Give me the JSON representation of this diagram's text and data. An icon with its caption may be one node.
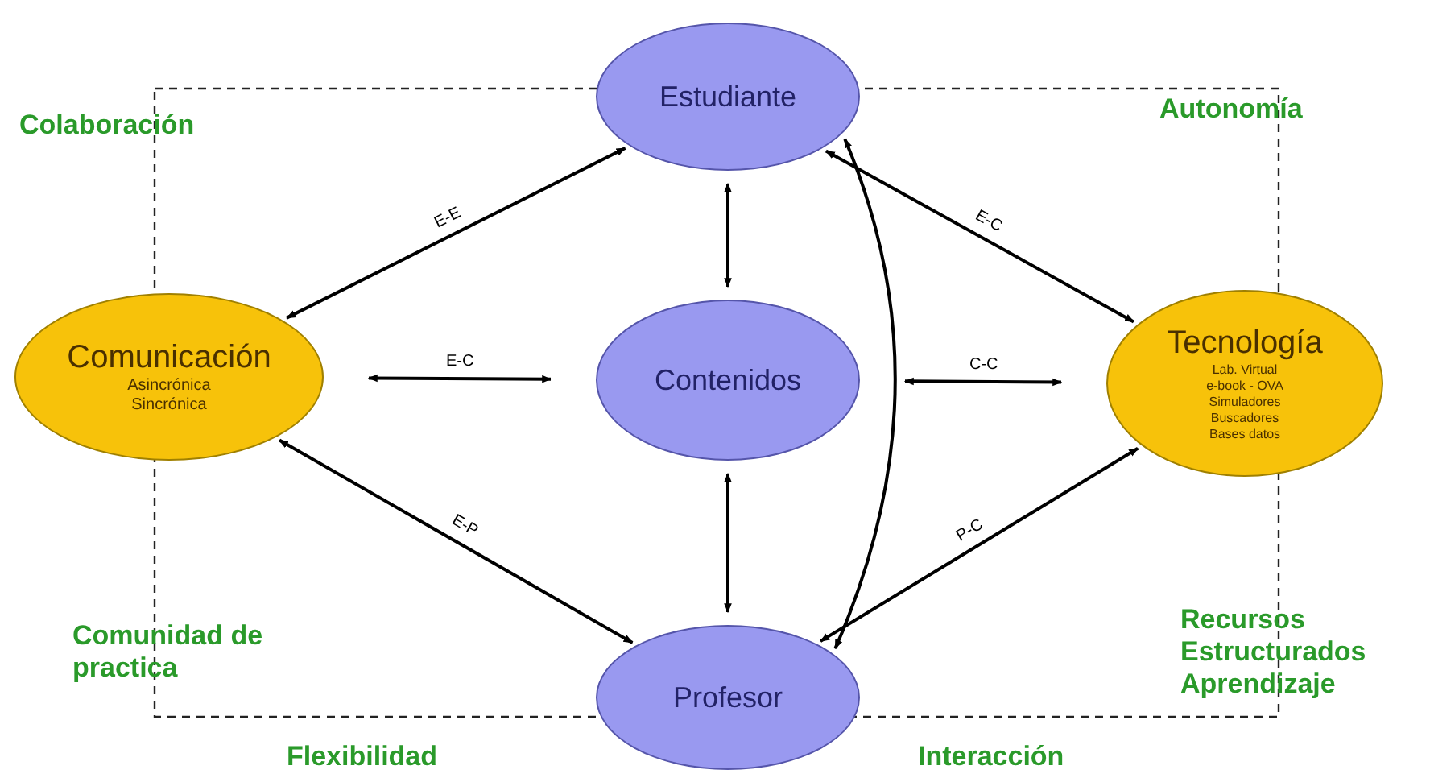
{
  "diagram": {
    "nodes": [
      {
        "text": [
          "Estudiante"
        ]
      },
      {
        "text": [
          "Comunicación",
          "Asincrónica",
          "Sincrónica"
        ]
      },
      {
        "text": [
          "Contenidos"
        ]
      },
      {
        "text": [
          "Tecnología",
          "Lab. Virtual",
          "e-book - OVA",
          "Simuladores",
          "Buscadores",
          "Bases datos"
        ]
      },
      {
        "text": [
          "Profesor"
        ]
      }
    ],
    "edges": [
      {
        "from": 1,
        "to": 0,
        "arrow": "both",
        "label": "E-E"
      },
      {
        "from": 0,
        "to": 3,
        "arrow": "both",
        "label": "E-C"
      },
      {
        "from": 1,
        "to": 2,
        "arrow": "both",
        "label": "E-C"
      },
      {
        "from": 2,
        "to": 3,
        "arrow": "both",
        "label": "C-C"
      },
      {
        "from": 0,
        "to": 2,
        "arrow": "both"
      },
      {
        "from": 0,
        "to": 4,
        "arrow": "both"
      },
      {
        "from": 2,
        "to": 4,
        "arrow": "both"
      },
      {
        "from": 1,
        "to": 4,
        "arrow": "both",
        "label": "E-P"
      },
      {
        "from": 4,
        "to": 3,
        "arrow": "both",
        "label": "P-C"
      }
    ],
    "labels": [
      "Colaboración",
      "Autonomía",
      "Comunidad de practica",
      "Recursos Estructurados Aprendizaje",
      "Flexibilidad",
      "Interacción"
    ]
  }
}
